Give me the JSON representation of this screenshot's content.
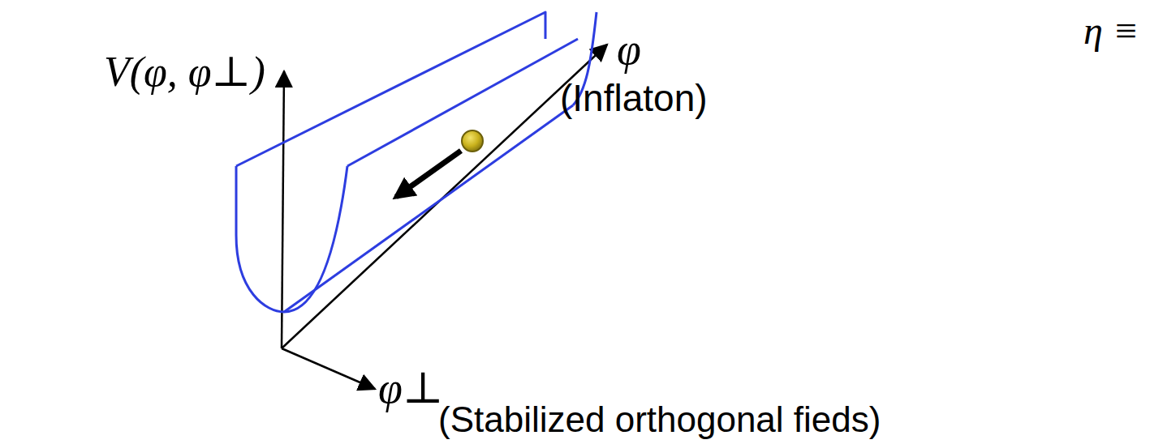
{
  "diagram": {
    "labels": [
      "V(φ, φ⊥)",
      "φ",
      "(Inflaton)",
      "φ⊥",
      "(Stabilized orthogonal fieds)",
      "η ≡"
    ]
  }
}
